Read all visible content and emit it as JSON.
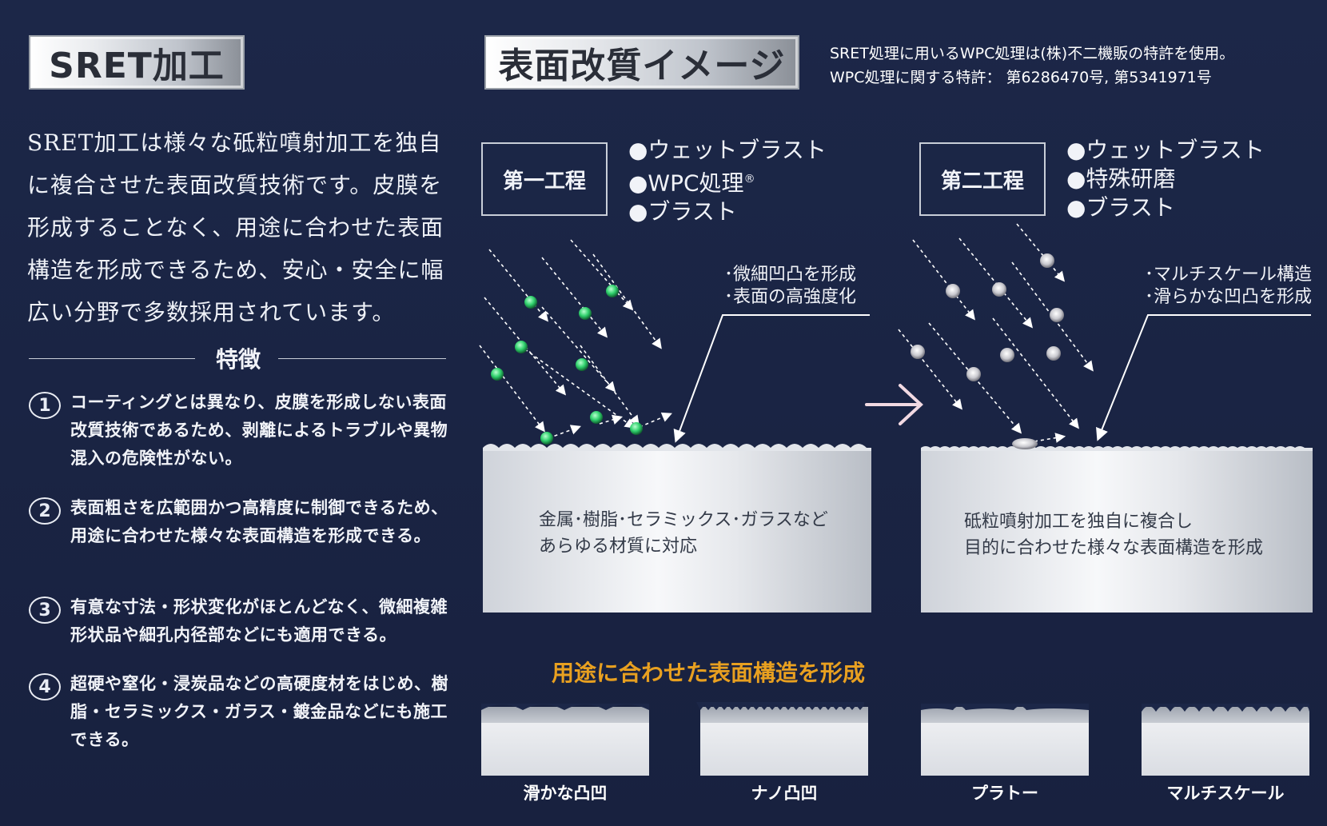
{
  "left": {
    "title": "SRET加工",
    "intro": "SRET加工は様々な砥粒噴射加工を独自に複合させた表面改質技術です。皮膜を形成することなく、用途に合わせた表面構造を形成できるため、安心・安全に幅広い分野で多数採用されています。",
    "features_heading": "特徴",
    "features": [
      {
        "num": "1",
        "text": "コーティングとは異なり、皮膜を形成しない表面改質技術であるため、剥離によるトラブルや異物混入の危険性がない。"
      },
      {
        "num": "2",
        "text": "表面粗さを広範囲かつ高精度に制御できるため、用途に合わせた様々な表面構造を形成できる。"
      },
      {
        "num": "3",
        "text": "有意な寸法・形状変化がほとんどなく、微細複雑形状品や細孔内径部などにも適用できる。"
      },
      {
        "num": "4",
        "text": "超硬や窒化・浸炭品などの高硬度材をはじめ、樹脂・セラミックス・ガラス・鍍金品などにも施工できる。"
      }
    ]
  },
  "right": {
    "title": "表面改質イメージ",
    "note_line1": "SRET処理に用いるWPC処理は(株)不二機販の特許を使用。",
    "note_line2": "WPC処理に関する特許： 第6286470号, 第5341971号",
    "step1": {
      "label": "第一工程",
      "bullet1": "●ウェットブラスト",
      "bullet2": "●WPC処理",
      "bullet2_mark": "®",
      "bullet3": "●ブラスト",
      "callout1": "･微細凹凸を形成",
      "callout2": "･表面の高強度化",
      "block_line1": "金属･樹脂･セラミックス･ガラスなど",
      "block_line2": "あらゆる材質に対応"
    },
    "step2": {
      "label": "第二工程",
      "bullet1": "●ウェットブラスト",
      "bullet2": "●特殊研磨",
      "bullet3": "●ブラスト",
      "callout1": "･マルチスケール構造",
      "callout2": "･滑らかな凹凸を形成",
      "block_line1": "砥粒噴射加工を独自に複合し",
      "block_line2": "目的に合わせた様々な表面構造を形成"
    },
    "bottom_title": "用途に合わせた表面構造を形成",
    "samples": [
      "滑かな凸凹",
      "ナノ凸凹",
      "プラトー",
      "マルチスケール"
    ]
  },
  "colors": {
    "background": "#1a2344",
    "accent_orange": "#e8a020",
    "particle_green": "#3ddc7a",
    "particle_silver": "#d8d8de"
  }
}
